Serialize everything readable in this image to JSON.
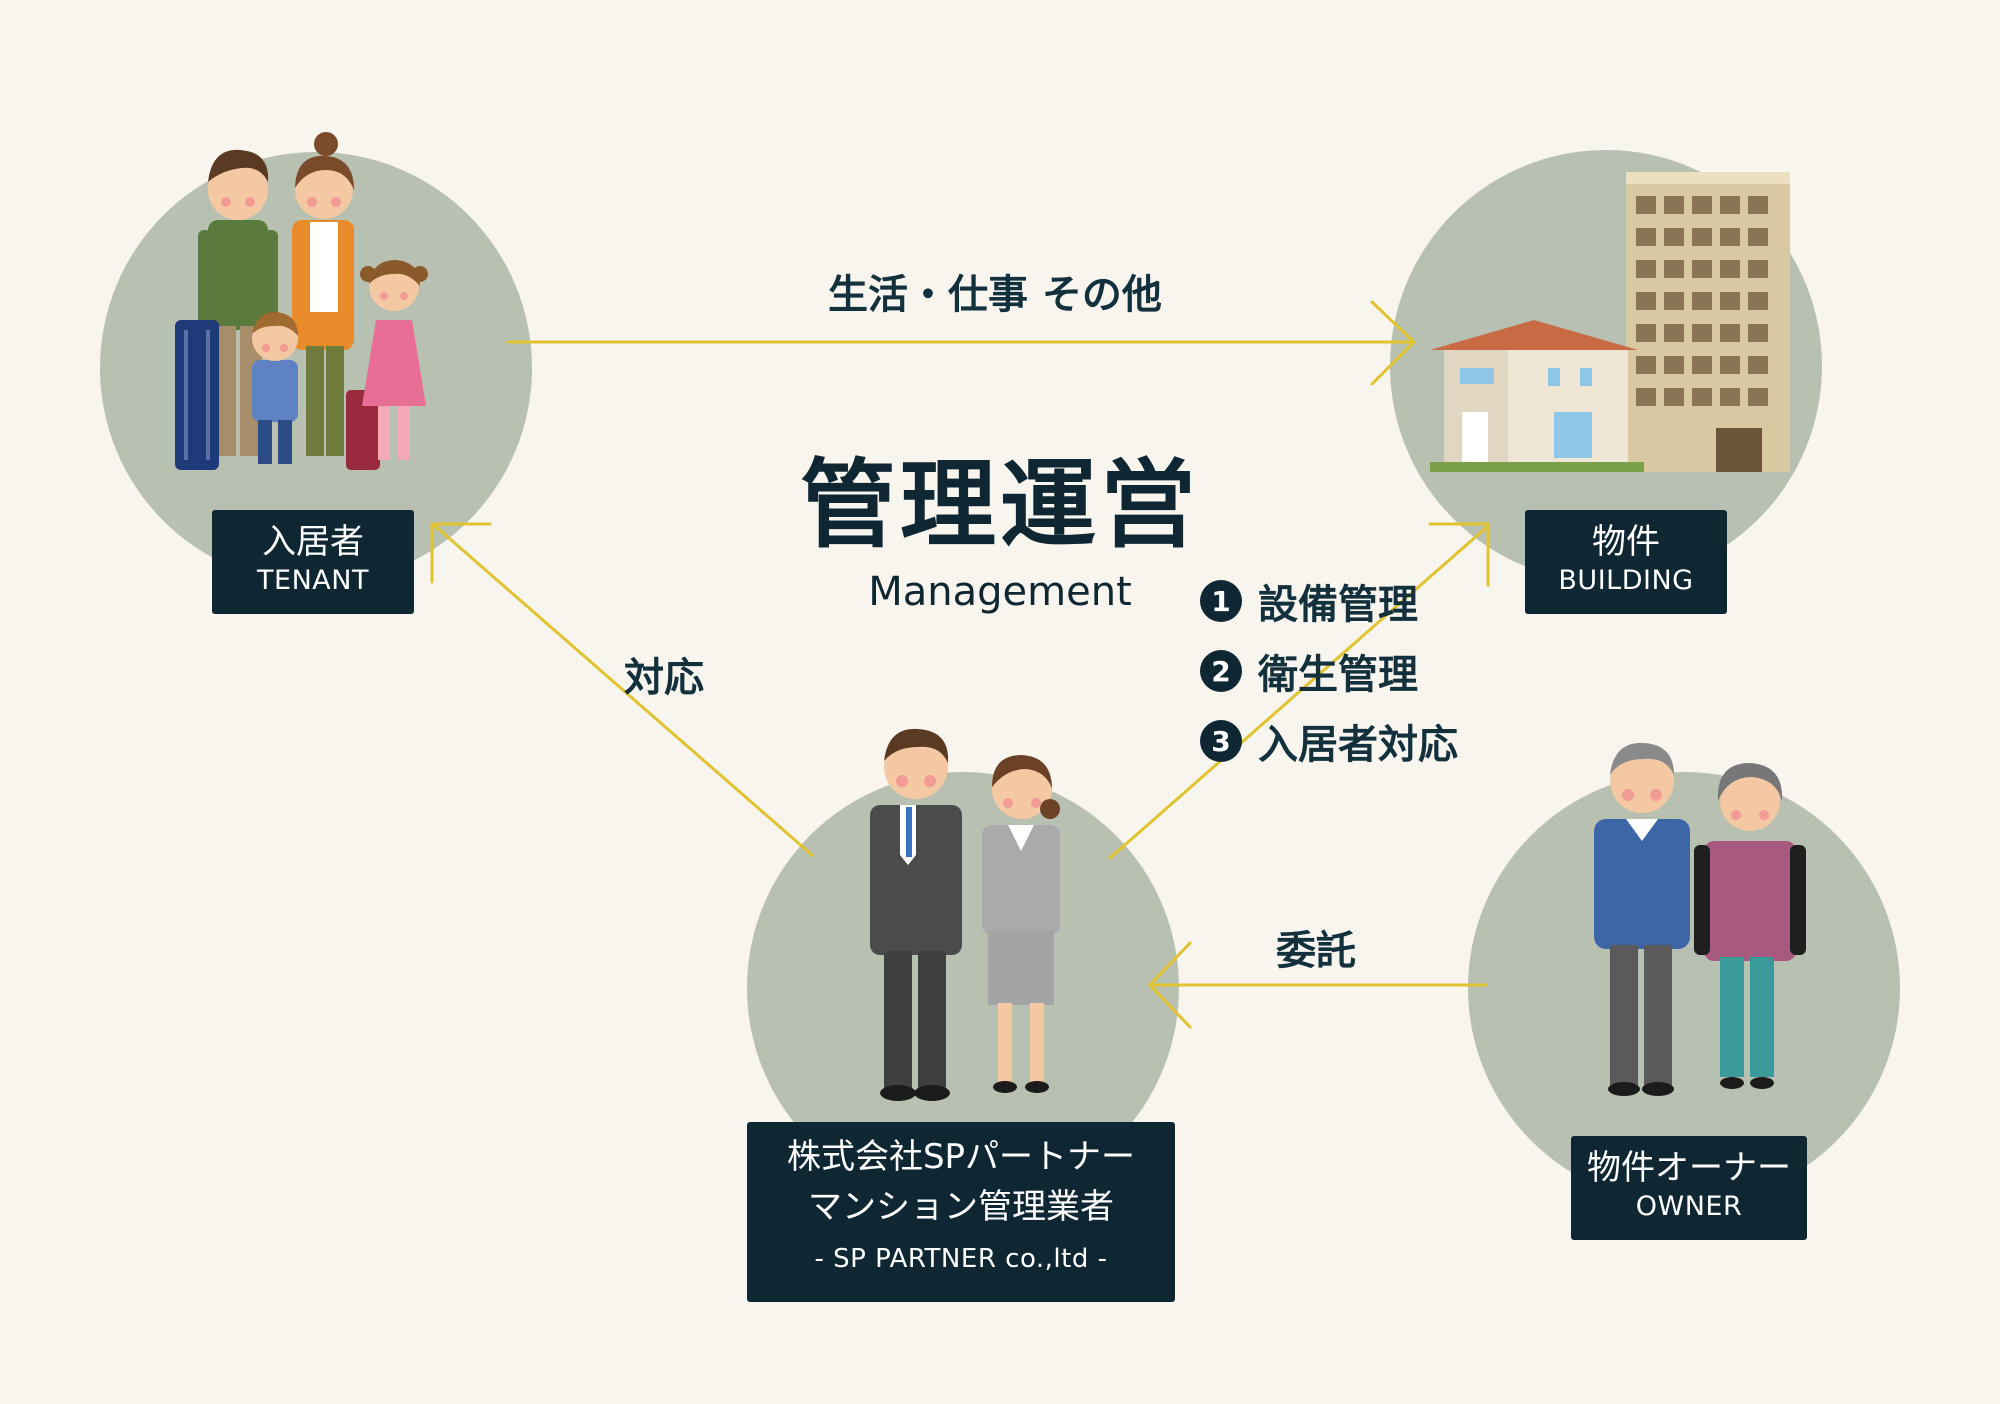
{
  "nodes": {
    "tenant": {
      "name_jp": "入居者",
      "name_en": "TENANT"
    },
    "building": {
      "name_jp": "物件",
      "name_en": "BUILDING"
    },
    "company": {
      "name_jp": "株式会社SPパートナー",
      "role_jp": "マンション管理業者",
      "name_en": "- SP PARTNER co.,ltd -"
    },
    "owner": {
      "name_jp": "物件オーナー",
      "name_en": "OWNER"
    }
  },
  "edges": {
    "tenant_to_building": "生活・仕事 その他",
    "company_to_tenant": "対応",
    "owner_to_company": "委託"
  },
  "center": {
    "title": "管理運営",
    "subtitle": "Management"
  },
  "duties": [
    {
      "num": "1",
      "label": "設備管理"
    },
    {
      "num": "2",
      "label": "衛生管理"
    },
    {
      "num": "3",
      "label": "入居者対応"
    }
  ],
  "colors": {
    "background": "#f8f5ee",
    "circle": "#b8c1b1",
    "label_box": "#0e2733",
    "arrow": "#e1c330",
    "text": "#13303d"
  }
}
